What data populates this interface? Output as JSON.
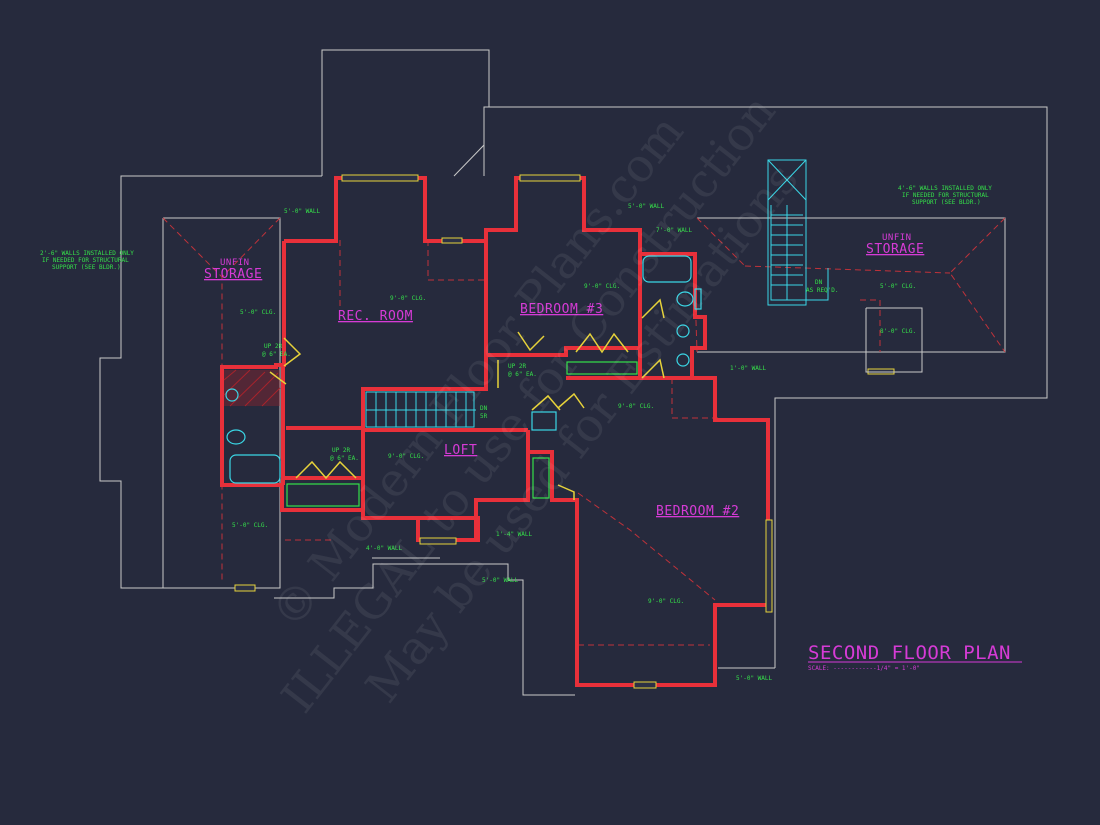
{
  "colors": {
    "background": "#262a3d",
    "wall": "#e8303a",
    "room_label": "#d63bd6",
    "note": "#35e04a",
    "door": "#e6d23a",
    "fixture": "#3ad7e6",
    "outline": "#c9c9c9"
  },
  "rooms": {
    "rec_room": "REC. ROOM",
    "bedroom3": "BEDROOM #3",
    "bedroom2": "BEDROOM #2",
    "loft": "LOFT",
    "storage_left_1": "UNFIN",
    "storage_left_2": "STORAGE",
    "storage_right_1": "UNFIN",
    "storage_right_2": "STORAGE"
  },
  "notes": {
    "wall_top_left": "5'-0\" WALL",
    "wall_top_mid": "5'-0\" WALL",
    "wall_7ft": "7'-0\" WALL",
    "wall_loft": "4'-0\" WALL",
    "wall_1_4": "1'-4\" WALL",
    "wall_bottom": "5'-0\" WALL",
    "wall_bed2": "5'-0\" WALL",
    "wall_right_1": "1'-0\" WALL",
    "clg_storage_left": "5'-0\" CLG.",
    "clg_rec": "9'-0\" CLG.",
    "clg_bed3": "9'-0\" CLG.",
    "clg_loft": "9'-0\" CLG.",
    "clg_hall": "9'-0\" CLG.",
    "clg_bed2": "9'-0\" CLG.",
    "clg_bottom_left": "5'-0\" CLG.",
    "clg_storage_right": "5'-0\" CLG.",
    "clg_dormer": "8'-0\" CLG.",
    "up_rec_1": "UP 2R",
    "up_rec_2": "@ 6\" EA.",
    "up_hall_1": "UP 2R",
    "up_hall_2": "@ 6\" EA.",
    "up_loft_1": "UP 2R",
    "up_loft_2": "@ 6\" EA.",
    "dn_stair_1": "DN",
    "dn_stair_2": "5R",
    "dn_right_1": "DN",
    "dn_right_2": "AS REQ'D.",
    "left_note_1": "2'-6\" WALLS INSTALLED ONLY",
    "left_note_2": "IF NEEDED FOR STRUCTURAL",
    "left_note_3": "SUPPORT (SEE BLDR.)",
    "right_note_1": "4'-6\" WALLS INSTALLED ONLY",
    "right_note_2": "IF NEEDED FOR STRUCTURAL",
    "right_note_3": "SUPPORT (SEE BLDR.)"
  },
  "title": {
    "main": "SECOND FLOOR PLAN",
    "scale": "SCALE: ------------1/4\" = 1'-0\""
  },
  "watermark": {
    "line1": "© Modern Floor Plans.com",
    "line2": "ILLEGAL to use for Construction",
    "line3": "May be used for Estimations"
  }
}
